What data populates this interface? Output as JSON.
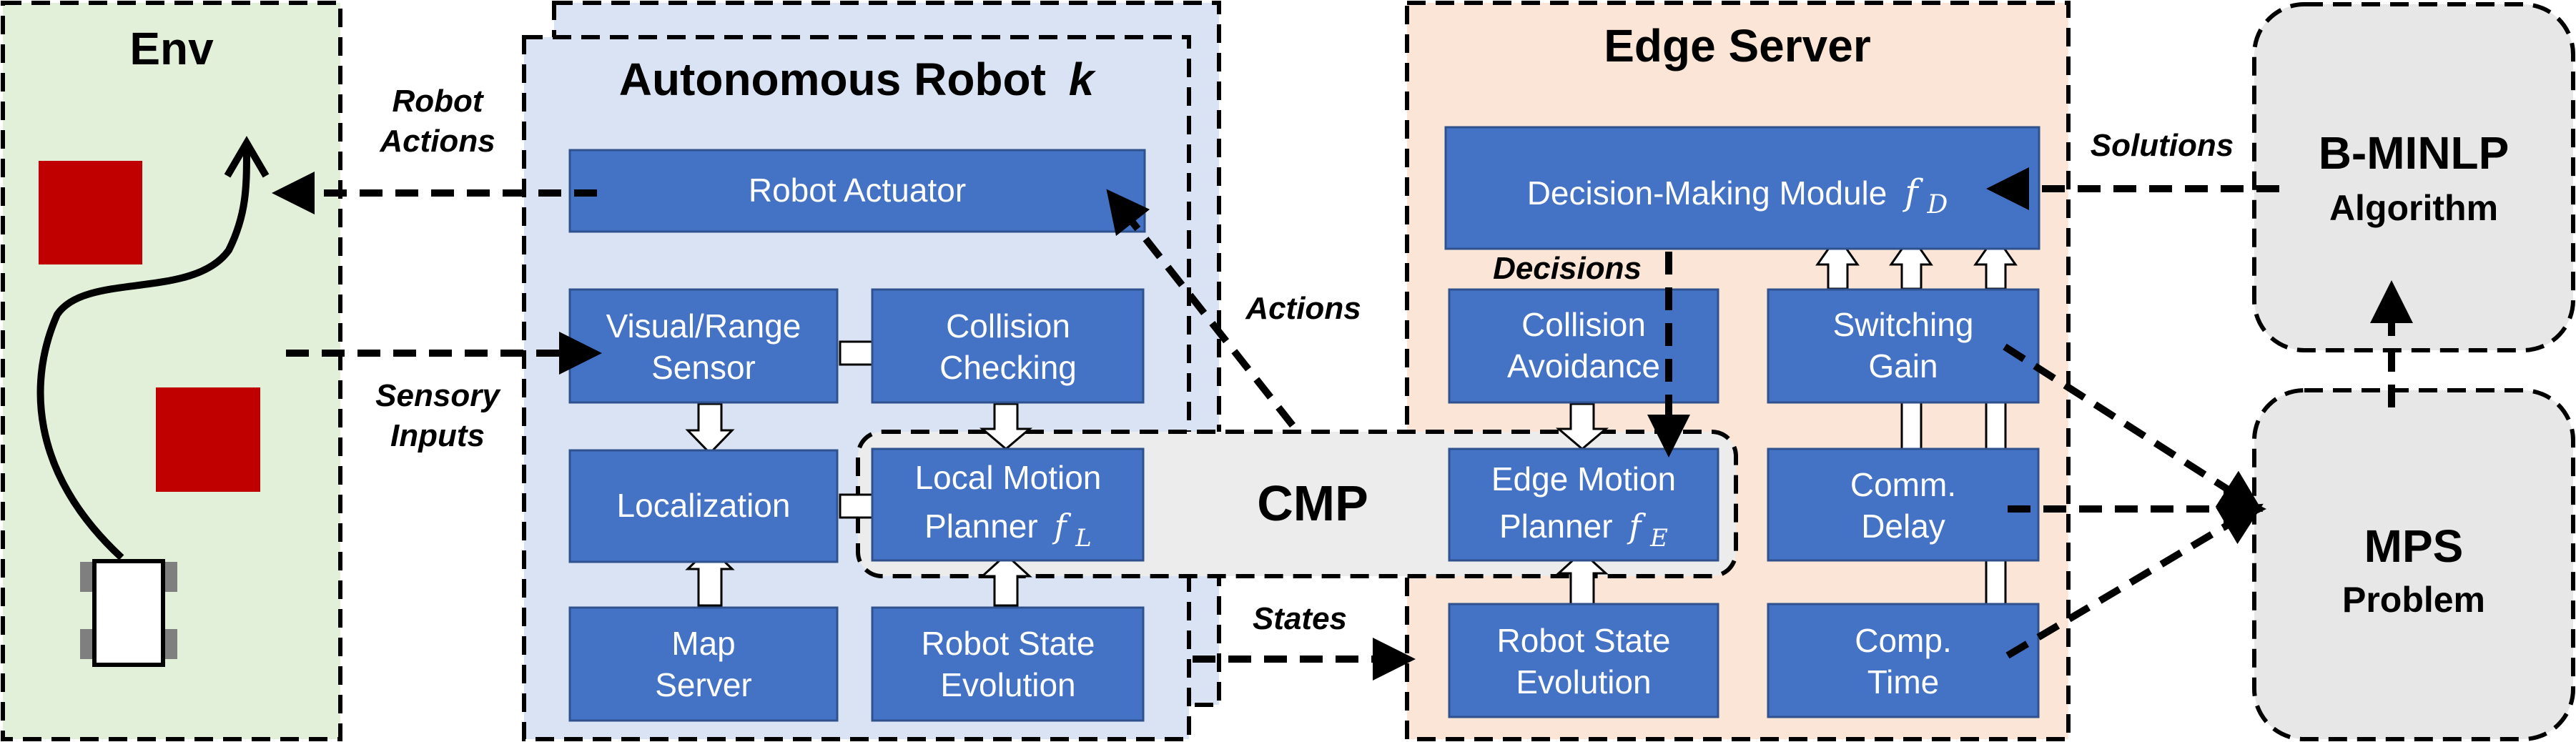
{
  "colors": {
    "env_bg": "#e2efd9",
    "robot_bg": "#dae3f3",
    "edge_bg": "#fbe5d6",
    "mps_bg": "#e7e7e7",
    "cmp_bg": "#ececec",
    "block_fill": "#4472c4",
    "block_stroke": "#2f528f",
    "obstacle": "#c00000",
    "robot_wheel": "#7f7f7f"
  },
  "env": {
    "title": "Env"
  },
  "robot": {
    "title": "Autonomous Robot",
    "title_var": "k",
    "actuator": "Robot Actuator",
    "sensor": [
      "Visual/Range",
      "Sensor"
    ],
    "collision_checking": [
      "Collision",
      "Checking"
    ],
    "localization": "Localization",
    "local_planner": [
      "Local Motion",
      "Planner"
    ],
    "local_planner_sym": "f",
    "local_planner_sub": "L",
    "map_server": [
      "Map",
      "Server"
    ],
    "state_evolution": [
      "Robot State",
      "Evolution"
    ]
  },
  "edge": {
    "title": "Edge Server",
    "decision_module": "Decision-Making Module",
    "decision_sym": "f",
    "decision_sub": "D",
    "collision_avoidance": [
      "Collision",
      "Avoidance"
    ],
    "switching_gain": [
      "Switching",
      "Gain"
    ],
    "edge_planner": [
      "Edge Motion",
      "Planner"
    ],
    "edge_planner_sym": "f",
    "edge_planner_sub": "E",
    "comm_delay": [
      "Comm.",
      "Delay"
    ],
    "state_evolution": [
      "Robot State",
      "Evolution"
    ],
    "comp_time": [
      "Comp.",
      "Time"
    ]
  },
  "cmp": {
    "label": "CMP"
  },
  "bminlp": {
    "title": "B-MINLP",
    "subtitle": "Algorithm"
  },
  "mps": {
    "title": "MPS",
    "subtitle": "Problem"
  },
  "labels": {
    "robot_actions": [
      "Robot",
      "Actions"
    ],
    "sensory_inputs": [
      "Sensory",
      "Inputs"
    ],
    "actions": "Actions",
    "states": "States",
    "decisions": "Decisions",
    "solutions": "Solutions"
  }
}
